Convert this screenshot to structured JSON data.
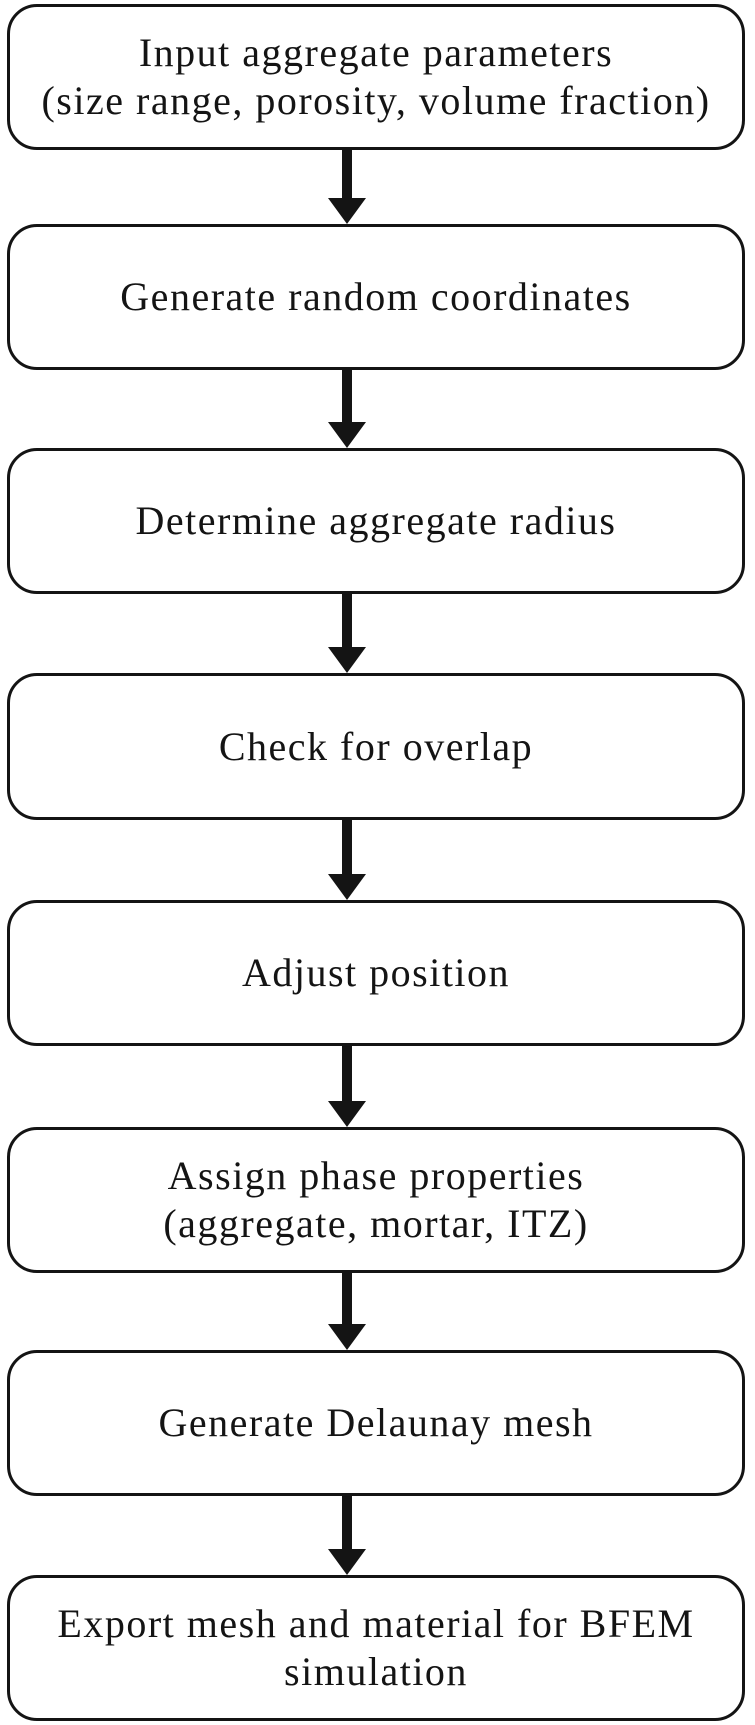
{
  "diagram": {
    "type": "flowchart",
    "colors": {
      "ink": "#141414",
      "background": "#ffffff",
      "box_fill": "#ffffff"
    },
    "connector": "down-arrow",
    "steps": [
      {
        "lines": [
          "Input aggregate parameters",
          "(size range, porosity, volume fraction)"
        ]
      },
      {
        "lines": [
          "Generate random coordinates"
        ]
      },
      {
        "lines": [
          "Determine aggregate radius"
        ]
      },
      {
        "lines": [
          "Check for overlap"
        ]
      },
      {
        "lines": [
          "Adjust position"
        ]
      },
      {
        "lines": [
          "Assign phase properties",
          "(aggregate, mortar, ITZ)"
        ]
      },
      {
        "lines": [
          "Generate Delaunay mesh"
        ]
      },
      {
        "lines": [
          "Export mesh and material for BFEM",
          "simulation"
        ]
      }
    ]
  }
}
